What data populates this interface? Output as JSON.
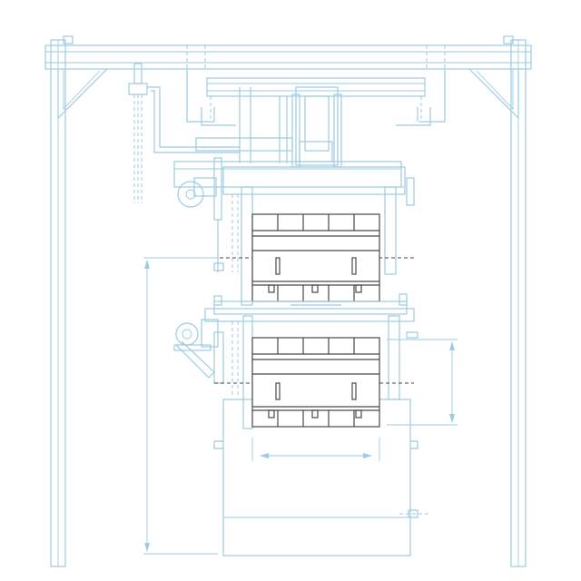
{
  "drawing": {
    "colors": {
      "linework": "#9ccbe3",
      "product": "#4a4a4a",
      "background": "#ffffff"
    },
    "components": [
      "portal-frame",
      "top-beam",
      "hoist-carriage",
      "chain-hoist",
      "lifting-frame-upper",
      "lifting-frame-lower",
      "upper-cage",
      "lower-cage",
      "dimension-lines"
    ]
  }
}
